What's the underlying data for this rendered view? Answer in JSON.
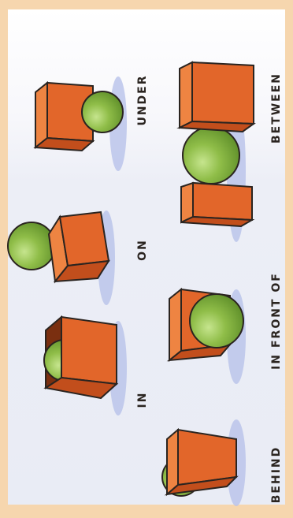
{
  "colors": {
    "frame": "#f6d6ae",
    "panel": "#ffffff",
    "cube_front": "#e2662a",
    "cube_side": "#c24e1c",
    "cube_top": "#ee8442",
    "ball": "#86b844",
    "ball_highlight": "#b9dc7c",
    "shadow": "#b8c2ea",
    "outline": "#2a2420"
  },
  "labels": {
    "under": "UNDER",
    "on": "ON",
    "in": "IN",
    "between": "BETWEEN",
    "in_front_of": "IN FRONT OF",
    "behind": "BEHIND"
  }
}
